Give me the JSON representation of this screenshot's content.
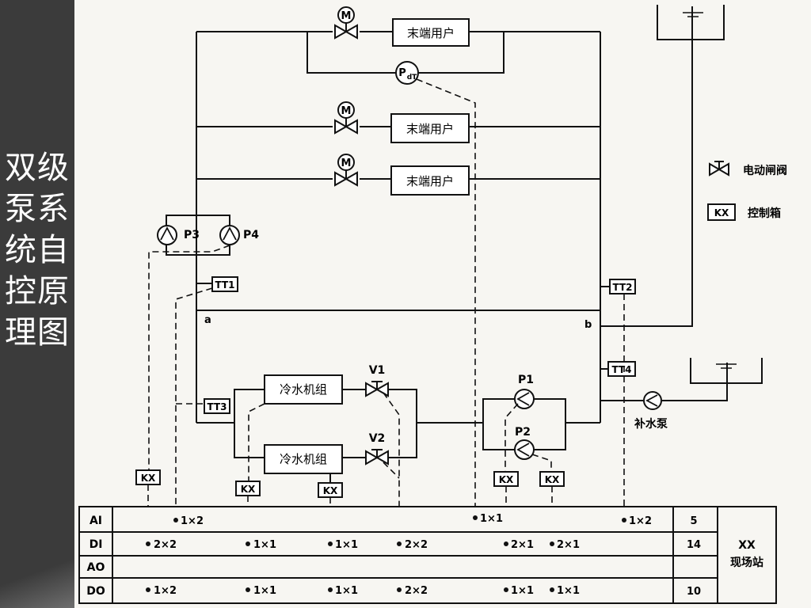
{
  "sidebar": {
    "title": "双级泵系统自控原理图"
  },
  "diagram": {
    "terminal_user": "末端用户",
    "motor_letter": "M",
    "pdt_label_main": "P",
    "pdt_label_sub": "dT",
    "pumps": {
      "p3": "P3",
      "p4": "P4",
      "p1": "P1",
      "p2": "P2"
    },
    "sensors": {
      "tt1": "TT1",
      "tt2": "TT2",
      "tt3": "TT3",
      "tt4": "TT4"
    },
    "nodes": {
      "a": "a",
      "b": "b"
    },
    "chiller": "冷水机组",
    "valves": {
      "v1": "V1",
      "v2": "V2"
    },
    "makeup_pump": "补水泵",
    "kx": "KX",
    "legend": {
      "valve_label": "电动闸阀",
      "kx_box": "KX",
      "kx_label": "控制箱"
    }
  },
  "io_table": {
    "rows": [
      {
        "label": "AI",
        "cells": [
          "1×2",
          "1×1",
          "1×2"
        ],
        "total": "5"
      },
      {
        "label": "DI",
        "cells": [
          "2×2",
          "1×1",
          "1×1",
          "2×2",
          "2×1",
          "2×1"
        ],
        "total": "14"
      },
      {
        "label": "AO",
        "cells": [],
        "total": ""
      },
      {
        "label": "DO",
        "cells": [
          "1×2",
          "1×1",
          "1×1",
          "2×2",
          "1×1",
          "1×1"
        ],
        "total": "10"
      }
    ],
    "station_line1": "XX",
    "station_line2": "现场站"
  }
}
